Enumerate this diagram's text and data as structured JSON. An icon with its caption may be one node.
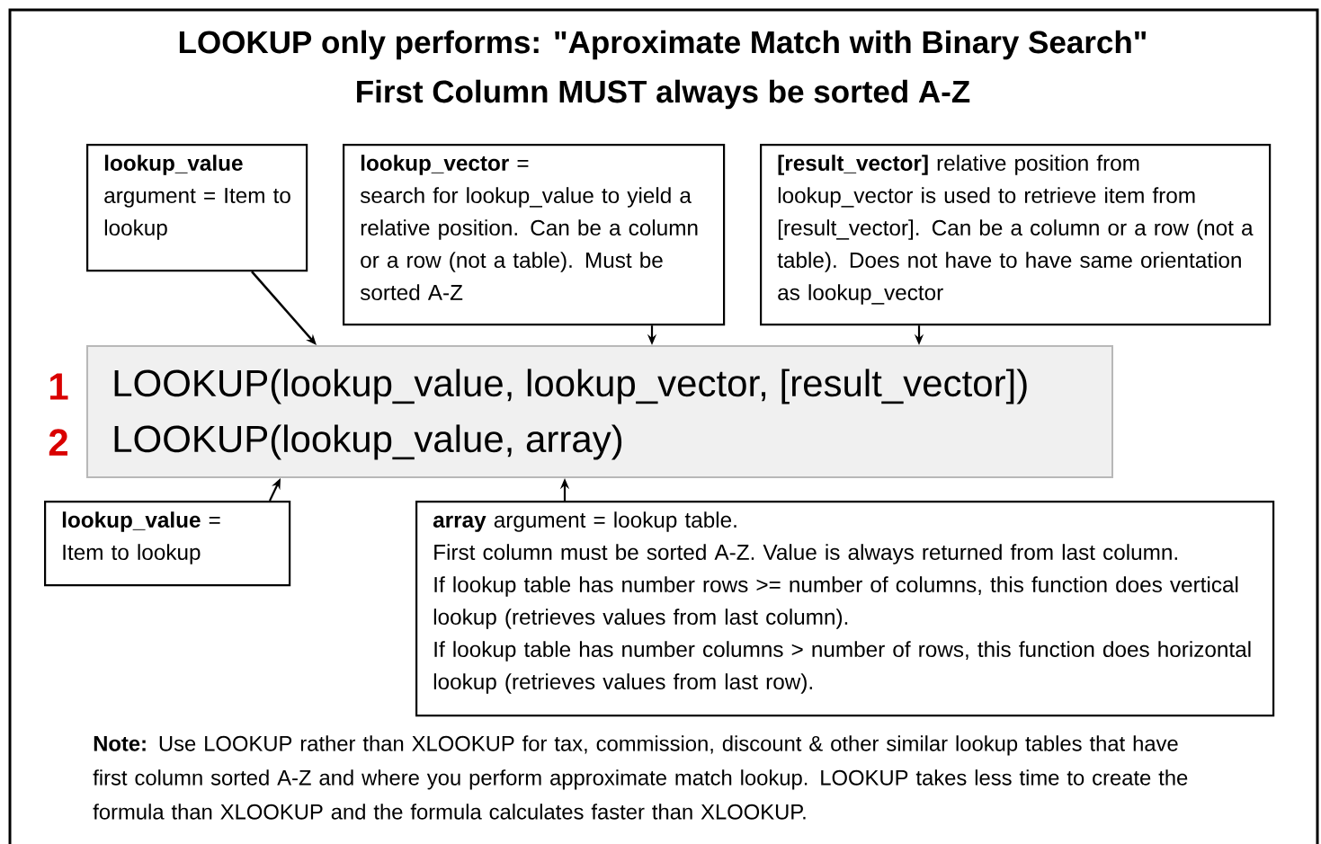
{
  "diagram": {
    "title": "LOOKUP only performs: \"Aproximate Match with Binary Search\"",
    "nodes": [
      {
        "text": [
          "lookup_value",
          "argument = Item to lookup"
        ]
      },
      {
        "text": [
          "**lookup_vector** =",
          "search for lookup_value to yield a relative position. Can be a column or a row (not a table). Must be sorted A-Z"
        ]
      },
      {
        "text": [
          "**[result_vector]** relative position from lookup_vector is used to retrieve item from [result_vector]. Can be a column or a row (not a table). Does not have to have same orientation as lookup_vector"
        ]
      },
      {
        "text": [
          "LOOKUP(lookup_value, lookup_vector, [result_vector])",
          "LOOKUP(lookup_value, array)"
        ],
        "beside": [
          "1",
          "2"
        ]
      },
      {
        "text": [
          "**lookup_value** =",
          "Item to lookup"
        ]
      },
      {
        "text": [
          "**array** argument = lookup table.",
          "First column must be sorted A-Z. Value is always returned from last column.",
          "If lookup table has number rows >= number of columns, this function does vertical lookup (retrieves values from last column).",
          "If lookup table has number columns > number of rows, this function does horizontal lookup (retrieves values from last row)."
        ]
      }
    ],
    "edges": [
      {
        "from": 0,
        "to": 3,
        "arrow": "to"
      },
      {
        "from": 1,
        "to": 3,
        "arrow": "to"
      },
      {
        "from": 2,
        "to": 3,
        "arrow": "to"
      },
      {
        "from": 4,
        "to": 3,
        "arrow": "to"
      },
      {
        "from": 5,
        "to": 3,
        "arrow": "to"
      }
    ],
    "labels": [
      "First Column MUST always be sorted A-Z",
      "**Note:** Use LOOKUP rather than XLOOKUP for tax, commission, discount & other similar lookup tables that have first column sorted A-Z and where you perform approximate match lookup. LOOKUP takes less time to create the formula than XLOOKUP and the formula calculates faster than XLOOKUP."
    ]
  }
}
